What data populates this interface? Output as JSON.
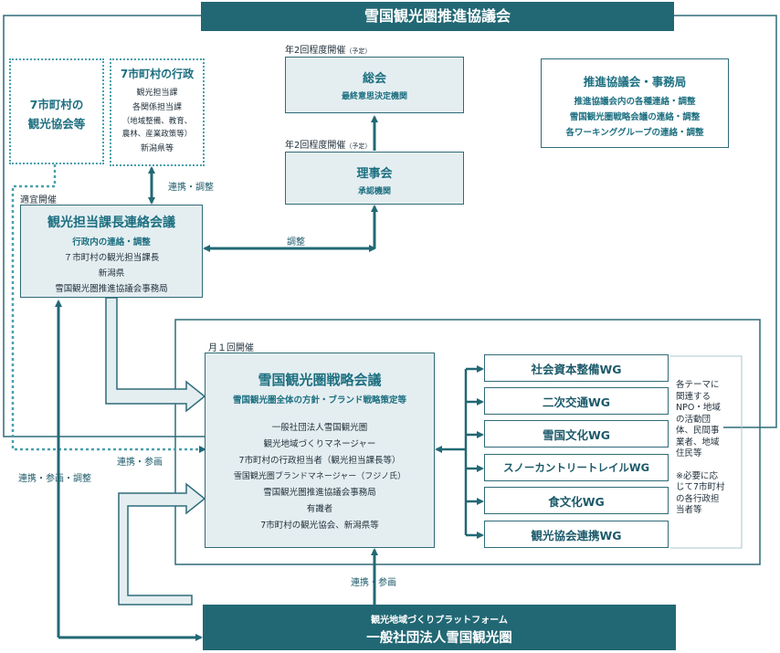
{
  "top": {
    "title": "雪国観光圏推進協議会"
  },
  "general": {
    "freq": "年2回程度開催",
    "freq_note": "（予定）",
    "title": "総会",
    "sub": "最終意思決定機関"
  },
  "board": {
    "freq": "年2回程度開催",
    "freq_note": "（予定）",
    "title": "理事会",
    "sub": "承認機関"
  },
  "secretariat": {
    "title": "推進協議会・事務局",
    "lines": [
      "推進協議会内の各種連絡・調整",
      "雪国観光圏戦略会議の連絡・調整",
      "各ワーキンググループの連絡・調整"
    ]
  },
  "assoc": {
    "line1": "7市町村の",
    "line2": "観光協会等"
  },
  "admin": {
    "title": "7市町村の行政",
    "lines": [
      "観光担当課",
      "各関係担当課",
      "（地域整備、教育、",
      "農林、産業政策等）",
      "新潟県等"
    ]
  },
  "liaison": {
    "freq": "適宜開催",
    "title": "観光担当課長連絡会議",
    "sub": "行政内の連絡・調整",
    "lines": [
      "７市町村の観光担当課長",
      "新潟県",
      "雪国観光圏推進協議会事務局"
    ]
  },
  "strategy": {
    "freq": "月１回開催",
    "title": "雪国観光圏戦略会議",
    "sub": "雪国観光圏全体の方針・ブランド戦略策定等",
    "lines": [
      "一般社団法人雪国観光圏",
      "観光地域づくりマネージャー",
      "7市町村の行政担当者（観光担当課長等）",
      "雪国観光圏ブランドマネージャー（フジノ氏）",
      "雪国観光圏推進協議会事務局",
      "有識者",
      "7市町村の観光協会、新潟県等"
    ]
  },
  "wgs": [
    "社会資本整備WG",
    "二次交通WG",
    "雪国文化WG",
    "スノーカントリートレイルWG",
    "食文化WG",
    "観光協会連携WG"
  ],
  "wg_note": {
    "lines": [
      "各テーマに",
      "関連する",
      "NPO・地域",
      "の活動団",
      "体、民間事",
      "業者、地域",
      "住民等"
    ],
    "lines2": [
      "※必要に応",
      "じて7市町村",
      "の各行政担",
      "当者等"
    ]
  },
  "platform": {
    "sub": "観光地域づくりプラットフォーム",
    "title": "一般社団法人雪国観光圏"
  },
  "labels": {
    "coord1": "連携・調整",
    "adjust": "調整",
    "coop_join": "連携・参画",
    "coop_join_adjust": "連携・参画・調整",
    "coop_join2": "連携・参画"
  }
}
